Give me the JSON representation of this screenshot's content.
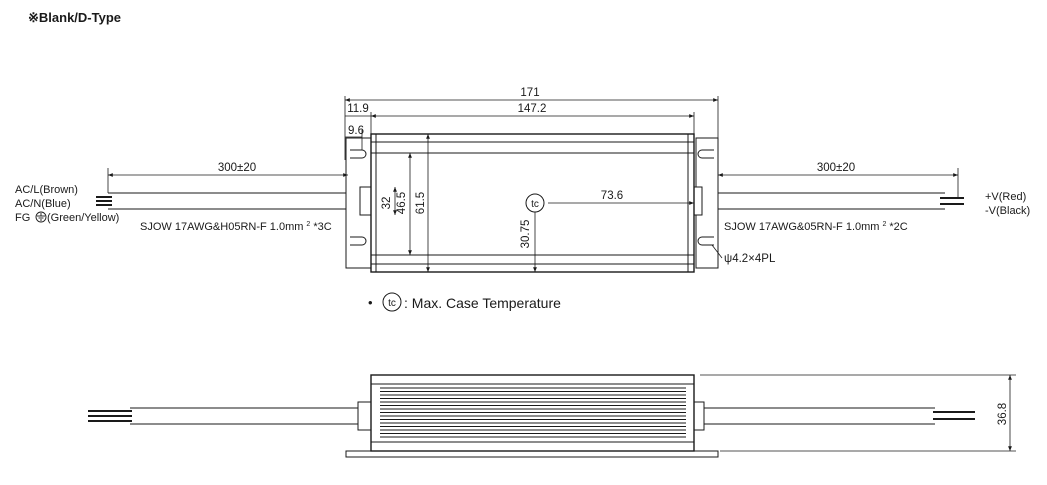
{
  "title": "※Blank/D-Type",
  "dims": {
    "overall_length": "171",
    "body_length": "147.2",
    "offset_11_9": "11.9",
    "offset_9_6": "9.6",
    "cable_left": "300±20",
    "cable_right": "300±20",
    "d32": "32",
    "d46_5": "46.5",
    "d61_5": "61.5",
    "d30_75": "30.75",
    "d73_6": "73.6",
    "d36_8": "36.8",
    "hole": "ψ4.2×4PL"
  },
  "tc_symbol": "tc",
  "wires_left": [
    "AC/L(Brown)",
    "AC/N(Blue)",
    "FG",
    "(Green/Yellow)"
  ],
  "wires_right": [
    "+V(Red)",
    "-V(Black)"
  ],
  "cable_spec_left": "SJOW 17AWG&H05RN-F 1.0mm",
  "cable_spec_left_sup": "2",
  "cable_spec_left_tail": "*3C",
  "cable_spec_right": "SJOW 17AWG&05RN-F 1.0mm",
  "cable_spec_right_sup": "2",
  "cable_spec_right_tail": "*2C",
  "legend_bullet": "•",
  "legend_text": ": Max. Case Temperature"
}
